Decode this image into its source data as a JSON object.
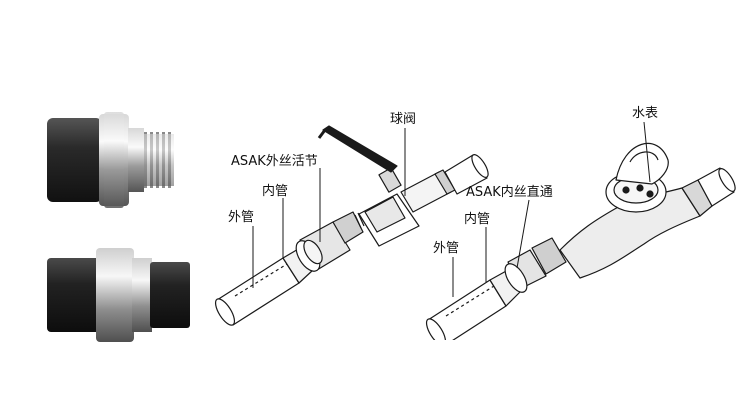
{
  "left_diagram": {
    "union_label": "ASAK外丝活节",
    "inner_pipe_label": "内管",
    "outer_pipe_label": "外管",
    "ball_valve_label": "球阀"
  },
  "right_diagram": {
    "straight_label": "ASAK内丝直通",
    "inner_pipe_label": "内管",
    "outer_pipe_label": "外管",
    "water_meter_label": "水表"
  },
  "colors": {
    "line": "#1a1a1a",
    "pipe_fill": "#ffffff",
    "metal_light": "#e2e2e2",
    "metal_dark": "#6b6b6b",
    "black_pipe": "#222222"
  }
}
